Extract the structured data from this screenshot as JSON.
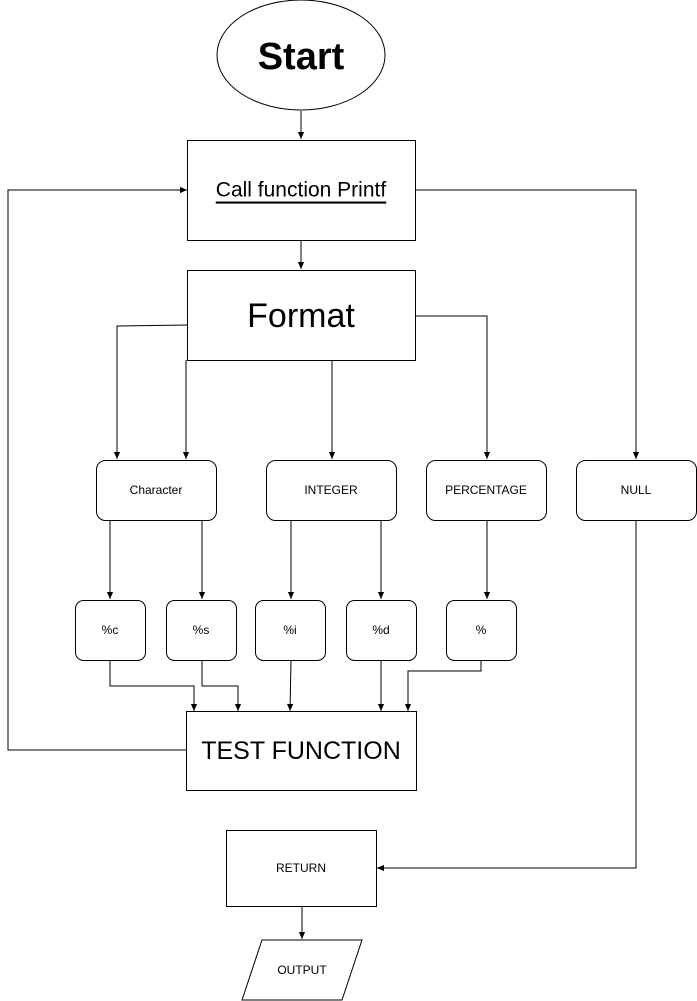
{
  "diagram": {
    "start": "Start",
    "call": "Call function Printf",
    "format": "Format",
    "character": "Character",
    "integer": "INTEGER",
    "percentage": "PERCENTAGE",
    "null_node": "NULL",
    "pct_c": "%c",
    "pct_s": "%s",
    "pct_i": "%i",
    "pct_d": "%d",
    "pct": "%",
    "test": "TEST FUNCTION",
    "return_node": "RETURN",
    "output": "OUTPUT"
  }
}
